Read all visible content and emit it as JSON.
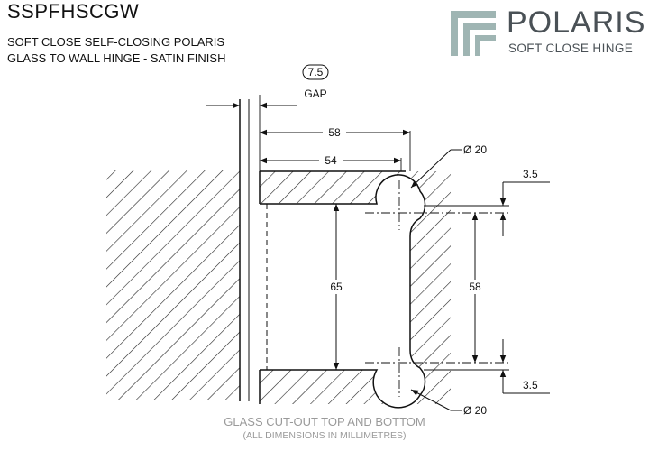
{
  "product": {
    "code": "SSPFHSCGW",
    "description_line1": "SOFT CLOSE SELF-CLOSING POLARIS",
    "description_line2": "GLASS TO WALL HINGE - SATIN FINISH"
  },
  "brand": {
    "name": "POLARIS",
    "tagline": "SOFT CLOSE HINGE",
    "logo_color": "#9fb5b3",
    "text_color": "#4a5156"
  },
  "dimensions": {
    "gap_value": "7.5",
    "gap_label": "GAP",
    "width_outer": "58",
    "width_inner": "54",
    "diameter_top": "Ø 20",
    "diameter_bottom": "Ø 20",
    "offset_top": "3.5",
    "offset_bottom": "3.5",
    "height_cutout": "65",
    "height_centers": "58"
  },
  "footer": {
    "title": "GLASS CUT-OUT TOP AND BOTTOM",
    "note": "(ALL DIMENSIONS IN MILLIMETRES)"
  }
}
